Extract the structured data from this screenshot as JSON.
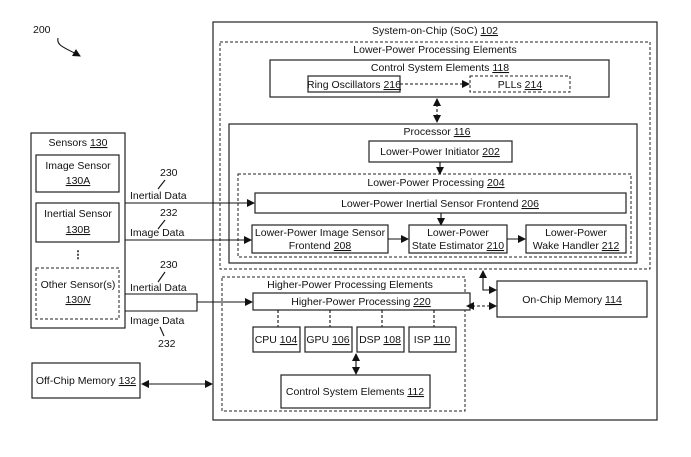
{
  "figure_ref": "200",
  "soc": {
    "label": "System-on-Chip (SoC)",
    "num": "102"
  },
  "lower_power_elements": {
    "label": "Lower-Power Processing Elements"
  },
  "control_118": {
    "label": "Control System Elements",
    "num": "118"
  },
  "ring_osc": {
    "label": "Ring Oscillators",
    "num": "216"
  },
  "plls": {
    "label": "PLLs",
    "num": "214"
  },
  "processor": {
    "label": "Processor",
    "num": "116"
  },
  "initiator": {
    "label": "Lower-Power Initiator",
    "num": "202"
  },
  "lpp": {
    "label": "Lower-Power Processing",
    "num": "204"
  },
  "inertial_frontend": {
    "label": "Lower-Power Inertial Sensor Frontend",
    "num": "206"
  },
  "image_frontend": {
    "line1": "Lower-Power Image Sensor",
    "line2": "Frontend",
    "num": "208"
  },
  "state_estimator": {
    "line1": "Lower-Power",
    "line2": "State Estimator",
    "num": "210"
  },
  "wake_handler": {
    "line1": "Lower-Power",
    "line2": "Wake Handler",
    "num": "212"
  },
  "higher_power_elements": {
    "label": "Higher-Power Processing Elements"
  },
  "hpp": {
    "label": "Higher-Power Processing",
    "num": "220"
  },
  "cpu": {
    "label": "CPU",
    "num": "104"
  },
  "gpu": {
    "label": "GPU",
    "num": "106"
  },
  "dsp": {
    "label": "DSP",
    "num": "108"
  },
  "isp": {
    "label": "ISP",
    "num": "110"
  },
  "control_112": {
    "label": "Control System Elements",
    "num": "112"
  },
  "on_chip": {
    "label": "On-Chip Memory",
    "num": "114"
  },
  "off_chip": {
    "label": "Off-Chip Memory",
    "num": "132"
  },
  "sensors": {
    "label": "Sensors",
    "num": "130"
  },
  "image_sensor": {
    "line1": "Image Sensor",
    "num": "130A"
  },
  "inertial_sensor": {
    "line1": "Inertial Sensor",
    "num": "130B"
  },
  "ellipsis": "⋮",
  "other_sensor": {
    "line1": "Other Sensor(s)",
    "num": "130",
    "num_suffix": "N"
  },
  "signals": {
    "inertial": "Inertial Data",
    "image": "Image Data",
    "ref_inertial": "230",
    "ref_image": "232"
  }
}
